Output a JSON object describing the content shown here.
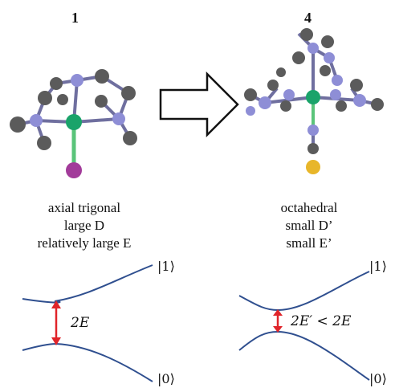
{
  "left": {
    "compound": "1",
    "desc": [
      "axial trigonal",
      "large D",
      "relatively large E"
    ],
    "gap_label": "2E",
    "upper_state": "|1⟩",
    "lower_state": "|0⟩"
  },
  "right": {
    "compound": "4",
    "desc": [
      "octahedral",
      "small D’",
      "small E’"
    ],
    "gap_label": "2E′ < 2E",
    "upper_state": "|1⟩",
    "lower_state": "|0⟩"
  },
  "colors": {
    "curve": "#2f4f8f",
    "gap_arrow": "#e0242a",
    "carbon": "#5b5b5b",
    "nitrogen": "#8e8ed6",
    "metal": "#1aa36a",
    "iodine": "#a23b9a",
    "sulfur": "#e8b62a",
    "bond": "#5ac47a"
  },
  "icons": [
    "molecule-1-icon",
    "molecule-4-icon",
    "transition-arrow-icon"
  ]
}
